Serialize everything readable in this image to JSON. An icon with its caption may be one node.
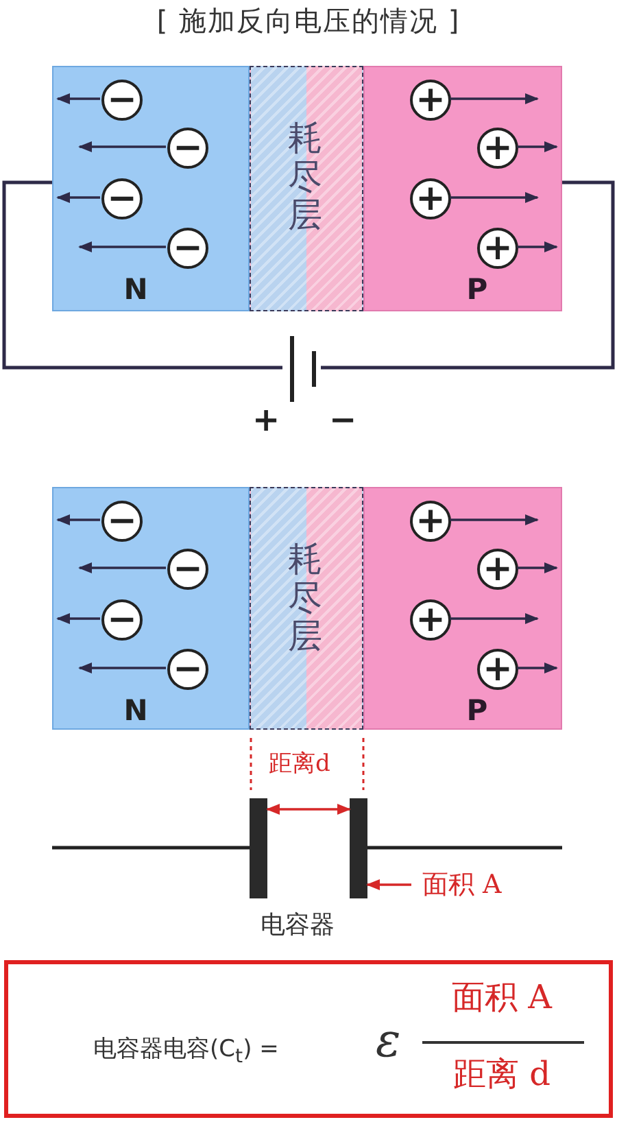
{
  "diagram": {
    "title": "[ 施加反向电压的情况 ]",
    "nodes": [
      {
        "text": [
          "N"
        ]
      },
      {
        "text": [
          "耗尽层"
        ]
      },
      {
        "text": [
          "P"
        ]
      },
      {
        "text": [
          "−"
        ],
        "in": 0
      },
      {
        "text": [
          "−"
        ],
        "in": 0
      },
      {
        "text": [
          "−"
        ],
        "in": 0
      },
      {
        "text": [
          "−"
        ],
        "in": 0
      },
      {
        "text": [
          "+"
        ],
        "in": 2
      },
      {
        "text": [
          "+"
        ],
        "in": 2
      },
      {
        "text": [
          "+"
        ],
        "in": 2
      },
      {
        "text": [
          "+"
        ],
        "in": 2
      },
      {
        "text": [],
        "shape": "battery",
        "beside": [
          "+",
          "−"
        ]
      },
      {
        "text": [
          "N"
        ]
      },
      {
        "text": [
          "耗尽层"
        ]
      },
      {
        "text": [
          "P"
        ]
      },
      {
        "text": [
          "−"
        ],
        "in": 12
      },
      {
        "text": [
          "−"
        ],
        "in": 12
      },
      {
        "text": [
          "−"
        ],
        "in": 12
      },
      {
        "text": [
          "−"
        ],
        "in": 12
      },
      {
        "text": [
          "+"
        ],
        "in": 14
      },
      {
        "text": [
          "+"
        ],
        "in": 14
      },
      {
        "text": [
          "+"
        ],
        "in": 14
      },
      {
        "text": [
          "+"
        ],
        "in": 14
      },
      {
        "text": [],
        "shape": "bar"
      },
      {
        "text": [],
        "shape": "bar"
      },
      {
        "text": [
          "面积 A"
        ]
      },
      {
        "text": [
          "电容器电容(C$_{t}$) =",
          "ε",
          "面积 A",
          "距离 d"
        ]
      }
    ],
    "edges": [
      {
        "from": 3,
        "to": null,
        "arrow": "to"
      },
      {
        "from": 4,
        "to": null,
        "arrow": "to"
      },
      {
        "from": 5,
        "to": null,
        "arrow": "to"
      },
      {
        "from": 6,
        "to": null,
        "arrow": "to"
      },
      {
        "from": 7,
        "to": null,
        "arrow": "to"
      },
      {
        "from": 8,
        "to": null,
        "arrow": "to"
      },
      {
        "from": 9,
        "to": null,
        "arrow": "to"
      },
      {
        "from": 10,
        "to": null,
        "arrow": "to"
      },
      {
        "from": 0,
        "to": 11,
        "arrow": "none"
      },
      {
        "from": 11,
        "to": 2,
        "arrow": "none"
      },
      {
        "from": 15,
        "to": null,
        "arrow": "to"
      },
      {
        "from": 16,
        "to": null,
        "arrow": "to"
      },
      {
        "from": 17,
        "to": null,
        "arrow": "to"
      },
      {
        "from": 18,
        "to": null,
        "arrow": "to"
      },
      {
        "from": 19,
        "to": null,
        "arrow": "to"
      },
      {
        "from": 20,
        "to": null,
        "arrow": "to"
      },
      {
        "from": 21,
        "to": null,
        "arrow": "to"
      },
      {
        "from": 22,
        "to": null,
        "arrow": "to"
      },
      {
        "from": 25,
        "to": 24,
        "arrow": "to",
        "color": "#d62828"
      },
      {
        "from": 23,
        "to": 24,
        "arrow": "both",
        "label": "距离d",
        "color": "#d62828"
      }
    ],
    "labels": [
      "电容器"
    ]
  }
}
